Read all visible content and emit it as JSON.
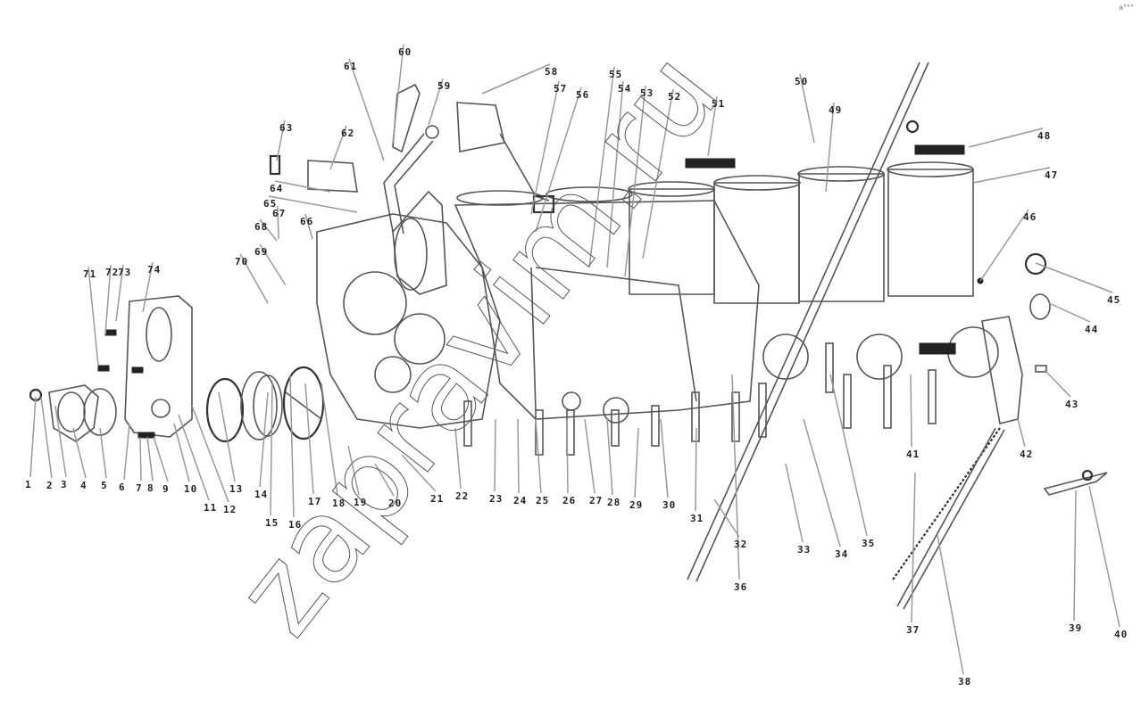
{
  "diagram": {
    "title": "Engine block exploded parts view",
    "watermark": "zapravim.ru",
    "corner_mark": "a°°°",
    "labels": [
      "1",
      "2",
      "3",
      "4",
      "5",
      "6",
      "7",
      "8",
      "9",
      "10",
      "11",
      "12",
      "13",
      "14",
      "15",
      "16",
      "17",
      "18",
      "19",
      "20",
      "21",
      "22",
      "23",
      "24",
      "25",
      "26",
      "27",
      "28",
      "29",
      "30",
      "31",
      "32",
      "33",
      "34",
      "35",
      "36",
      "37",
      "38",
      "39",
      "40",
      "41",
      "42",
      "43",
      "44",
      "45",
      "46",
      "47",
      "48",
      "49",
      "50",
      "51",
      "52",
      "53",
      "54",
      "55",
      "56",
      "57",
      "58",
      "59",
      "60",
      "61",
      "62",
      "63",
      "64",
      "65",
      "66",
      "67",
      "68",
      "69",
      "70",
      "71",
      "72",
      "73",
      "74"
    ]
  }
}
